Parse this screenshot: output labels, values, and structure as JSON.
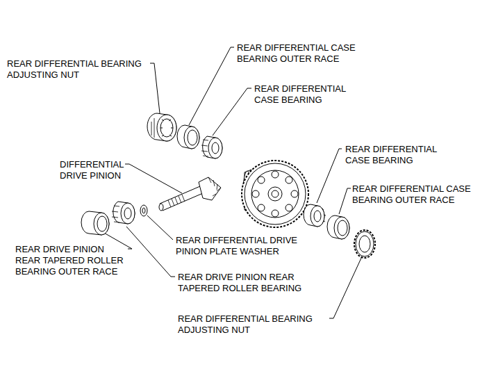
{
  "diagram": {
    "labels": [
      "REAR DIFFERENTIAL BEARING ADJUSTING NUT",
      "REAR DIFFERENTIAL CASE BEARING OUTER RACE",
      "REAR DIFFERENTIAL CASE BEARING",
      "DIFFERENTIAL DRIVE PINION",
      "REAR DIFFERENTIAL CASE BEARING",
      "REAR DIFFERENTIAL CASE BEARING OUTER RACE",
      "REAR DIFFERENTIAL DRIVE PINION PLATE WASHER",
      "REAR DRIVE PINION REAR TAPERED ROLLER BEARING OUTER RACE",
      "REAR DRIVE PINION REAR TAPERED ROLLER BEARING",
      "REAR DIFFERENTIAL BEARING ADJUSTING NUT"
    ]
  }
}
